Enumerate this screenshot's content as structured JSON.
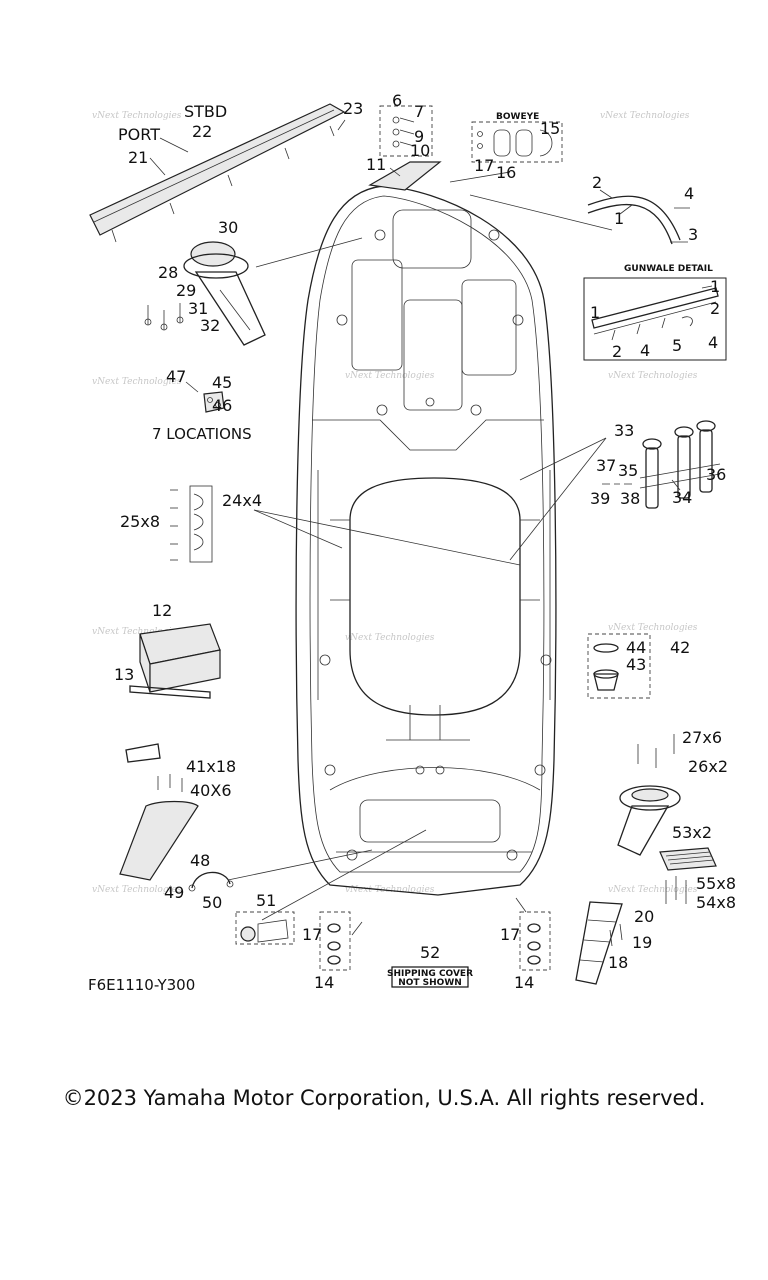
{
  "diagram_code": "F6E1110-Y300",
  "copyright": "©2023 Yamaha Motor Corporation, U.S.A. All rights reserved.",
  "headings": {
    "stbd": "STBD",
    "port": "PORT",
    "boweye": "BOWEYE",
    "gunwale_detail": "GUNWALE DETAIL",
    "locations": "7 LOCATIONS",
    "shipping_cover_line1": "SHIPPING COVER",
    "shipping_cover_line2": "NOT SHOWN"
  },
  "watermark": {
    "line1": "vNext Technologies",
    "line2": "Technologies"
  },
  "callouts": {
    "c1": "1",
    "c2": "2",
    "c3": "3",
    "c4": "4",
    "c5": "5",
    "c6": "6",
    "c7": "7",
    "c9": "9",
    "c10": "10",
    "c11": "11",
    "c12": "12",
    "c13": "13",
    "c14": "14",
    "c15": "15",
    "c16": "16",
    "c17": "17",
    "c18": "18",
    "c19": "19",
    "c20": "20",
    "c21": "21",
    "c22": "22",
    "c23": "23",
    "c24": "24x4",
    "c25": "25x8",
    "c26": "26x2",
    "c27": "27x6",
    "c28": "28",
    "c29": "29",
    "c30": "30",
    "c31": "31",
    "c32": "32",
    "c33": "33",
    "c34": "34",
    "c35": "35",
    "c36": "36",
    "c37": "37",
    "c38": "38",
    "c39": "39",
    "c40": "40X6",
    "c41": "41x18",
    "c42": "42",
    "c43": "43",
    "c44": "44",
    "c45": "45",
    "c46": "46",
    "c47": "47",
    "c48": "48",
    "c49": "49",
    "c50": "50",
    "c51": "51",
    "c52": "52",
    "c53": "53x2",
    "c54": "54x8",
    "c55": "55x8"
  }
}
